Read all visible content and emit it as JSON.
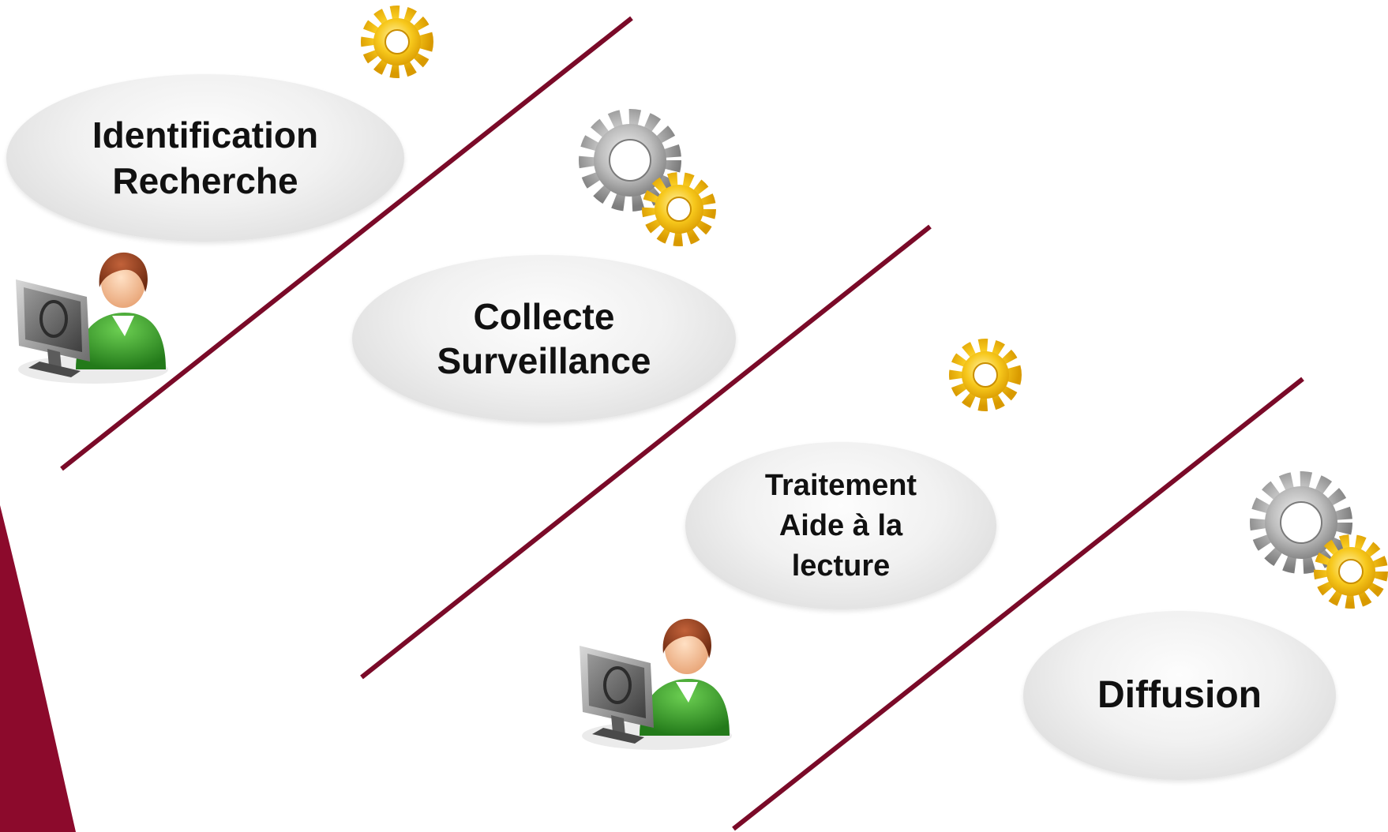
{
  "stages": [
    {
      "lines": [
        "Identification",
        "Recherche"
      ]
    },
    {
      "lines": [
        "Collecte",
        "Surveillance"
      ]
    },
    {
      "lines": [
        "Traitement",
        "Aide à la",
        "lecture"
      ]
    },
    {
      "lines": [
        "Diffusion"
      ]
    }
  ],
  "icons": {
    "gear": "gear-icon",
    "gears": "gears-icon",
    "user": "user-at-computer-icon"
  },
  "colors": {
    "divider": "#7a0a28",
    "accent_band": "#8c0a2c",
    "gear_yellow": "#f5c518",
    "gear_gray": "#b8b8b8",
    "shirt_green": "#3c9a2e",
    "hair_brown": "#8a3a1a"
  }
}
